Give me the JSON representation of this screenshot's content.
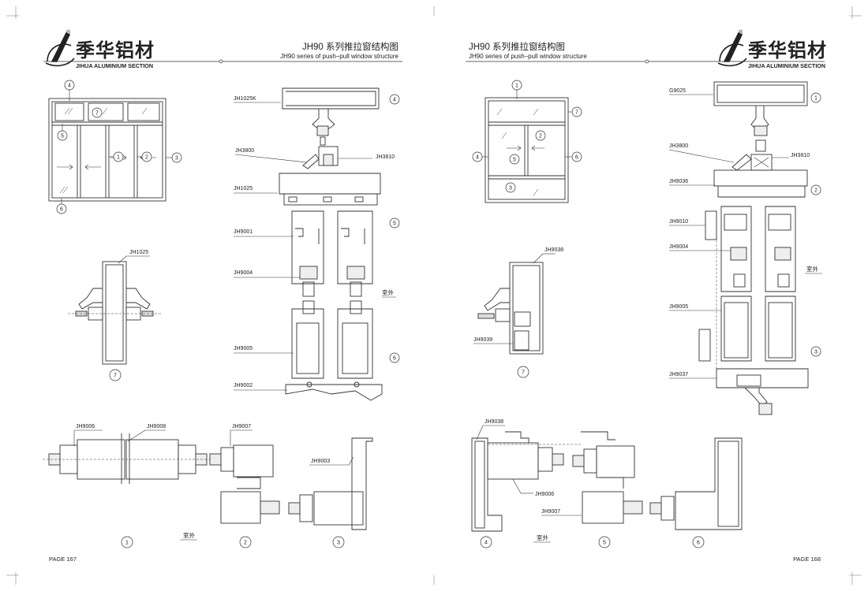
{
  "brand": {
    "name_cn": "季华铝材",
    "name_en": "JIHUA ALUMINIUM SECTION",
    "trademark": "®"
  },
  "left_page": {
    "title_cn": "JH90 系列推拉窗结构图",
    "title_en": "JH90 series of push–pull window structure",
    "page_label": "PAGE 167",
    "elevation_callouts": [
      "4",
      "7",
      "5",
      "1",
      "2",
      "3",
      "6"
    ],
    "top_labels": [
      "JH1025K",
      "JH3800",
      "JH3810",
      "JH1025",
      "JH9001",
      "JH9004",
      "JH9005",
      "JH9002"
    ],
    "top_callouts": [
      "4",
      "5",
      "6"
    ],
    "outside_label": "室外",
    "detail7_label": "JH1025",
    "detail7_callout": "7",
    "bottom_labels": [
      "JH9006",
      "JH9008",
      "JH9007",
      "JH9003"
    ],
    "bottom_callouts": [
      "1",
      "2",
      "3"
    ],
    "bottom_outside": "室外"
  },
  "right_page": {
    "title_cn": "JH90 系列推拉窗结构图",
    "title_en": "JH90 series of push–pull window structure",
    "page_label": "PAGE 168",
    "elevation_callouts": [
      "1",
      "7",
      "2",
      "4",
      "5",
      "6",
      "3"
    ],
    "top_labels": [
      "G9025",
      "JH3800",
      "JH3810",
      "JH9036",
      "JH9010",
      "JH9004",
      "JH9005",
      "JH9037"
    ],
    "top_callouts": [
      "1",
      "2",
      "3"
    ],
    "outside_label": "室外",
    "detail7_labels": [
      "JH9038",
      "JH9039"
    ],
    "detail7_callout": "7",
    "bottom_labels": [
      "JH9038",
      "JH9006",
      "JH9007"
    ],
    "bottom_callouts": [
      "4",
      "5",
      "6"
    ],
    "bottom_outside": "室外"
  },
  "colors": {
    "line": "#333333",
    "thin": "#555555",
    "page_bg": "#ffffff"
  }
}
